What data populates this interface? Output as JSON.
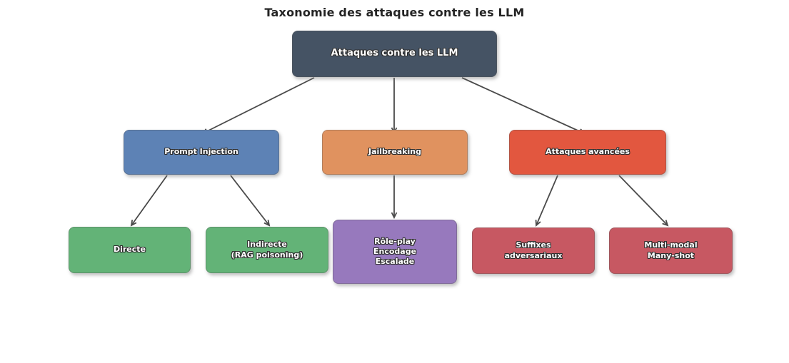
{
  "title": "Taxonomie des attaques contre les LLM",
  "arrow_color": "#4a4a4a",
  "nodes": {
    "root": {
      "label": "Attaques contre les LLM",
      "color": "#455364"
    },
    "prompt_injection": {
      "label": "Prompt Injection",
      "color": "#5d82b5"
    },
    "jailbreaking": {
      "label": "Jailbreaking",
      "color": "#e0925f"
    },
    "attaques_avancees": {
      "label": "Attaques avancées",
      "color": "#e2573f"
    },
    "directe": {
      "label": "Directe",
      "color": "#63b377"
    },
    "indirecte": {
      "line1": "Indirecte",
      "line2": "(RAG poisoning)",
      "color": "#63b377"
    },
    "roleplay": {
      "line1": "Rôle-play",
      "line2": "Encodage",
      "line3": "Escalade",
      "color": "#9779bd"
    },
    "suffixes": {
      "line1": "Suffixes",
      "line2": "adversariaux",
      "color": "#c75862"
    },
    "multimodal": {
      "line1": "Multi-modal",
      "line2": "Many-shot",
      "color": "#c75862"
    }
  },
  "edges": [
    {
      "from": "root",
      "to": "prompt_injection"
    },
    {
      "from": "root",
      "to": "jailbreaking"
    },
    {
      "from": "root",
      "to": "attaques_avancees"
    },
    {
      "from": "prompt_injection",
      "to": "directe"
    },
    {
      "from": "prompt_injection",
      "to": "indirecte"
    },
    {
      "from": "jailbreaking",
      "to": "roleplay"
    },
    {
      "from": "attaques_avancees",
      "to": "suffixes"
    },
    {
      "from": "attaques_avancees",
      "to": "multimodal"
    }
  ]
}
